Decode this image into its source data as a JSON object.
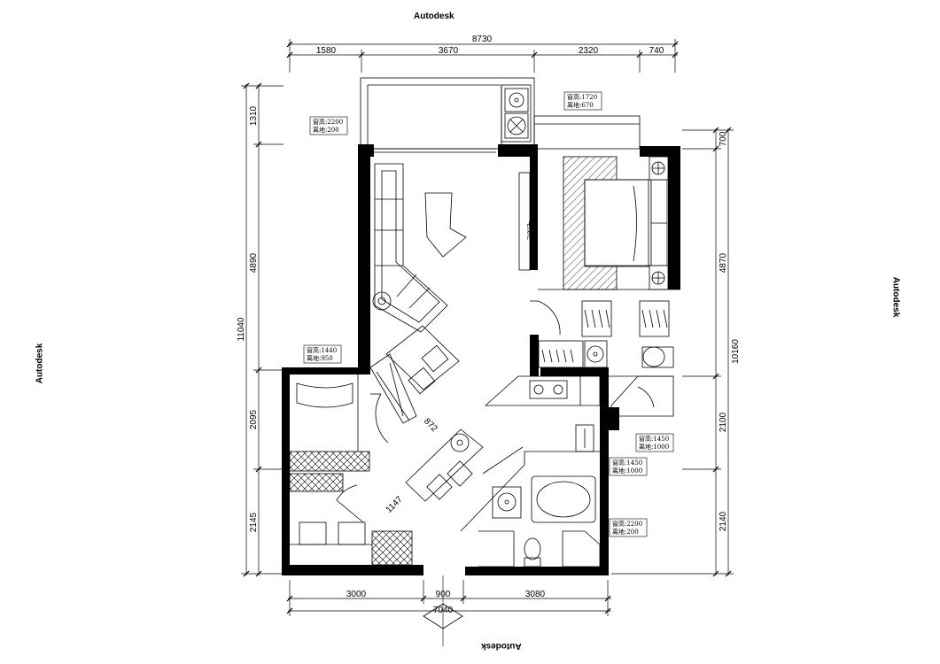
{
  "watermarks": {
    "top": "Autodesk",
    "left": "Autodesk",
    "right": "Autodesk",
    "bottom": "Autodesk"
  },
  "dimensions": {
    "overall_top": "8730",
    "top_segments": [
      "1580",
      "3670",
      "2320",
      "740"
    ],
    "left_overall": "11040",
    "left_segments": [
      "1310",
      "4890",
      "2095",
      "2145"
    ],
    "right_overall": "10160",
    "right_segments": [
      "700",
      "4870",
      "2100",
      "2140"
    ],
    "bottom_segments": [
      "3000",
      "900",
      "3080"
    ],
    "bottom_overall": "7040",
    "diagonal_a": "872",
    "diagonal_b": "1147"
  },
  "window_notes": [
    {
      "height": "窗高:2200",
      "sill": "离地:200"
    },
    {
      "height": "窗高:1720",
      "sill": "离地:670"
    },
    {
      "height": "窗高:1440",
      "sill": "离地:950"
    },
    {
      "height": "窗高:1450",
      "sill": "离地:1000"
    },
    {
      "height": "窗高:1450",
      "sill": "离地:1000"
    },
    {
      "height": "窗高:2200",
      "sill": "离地:200"
    }
  ],
  "tv_label": "电视柜"
}
